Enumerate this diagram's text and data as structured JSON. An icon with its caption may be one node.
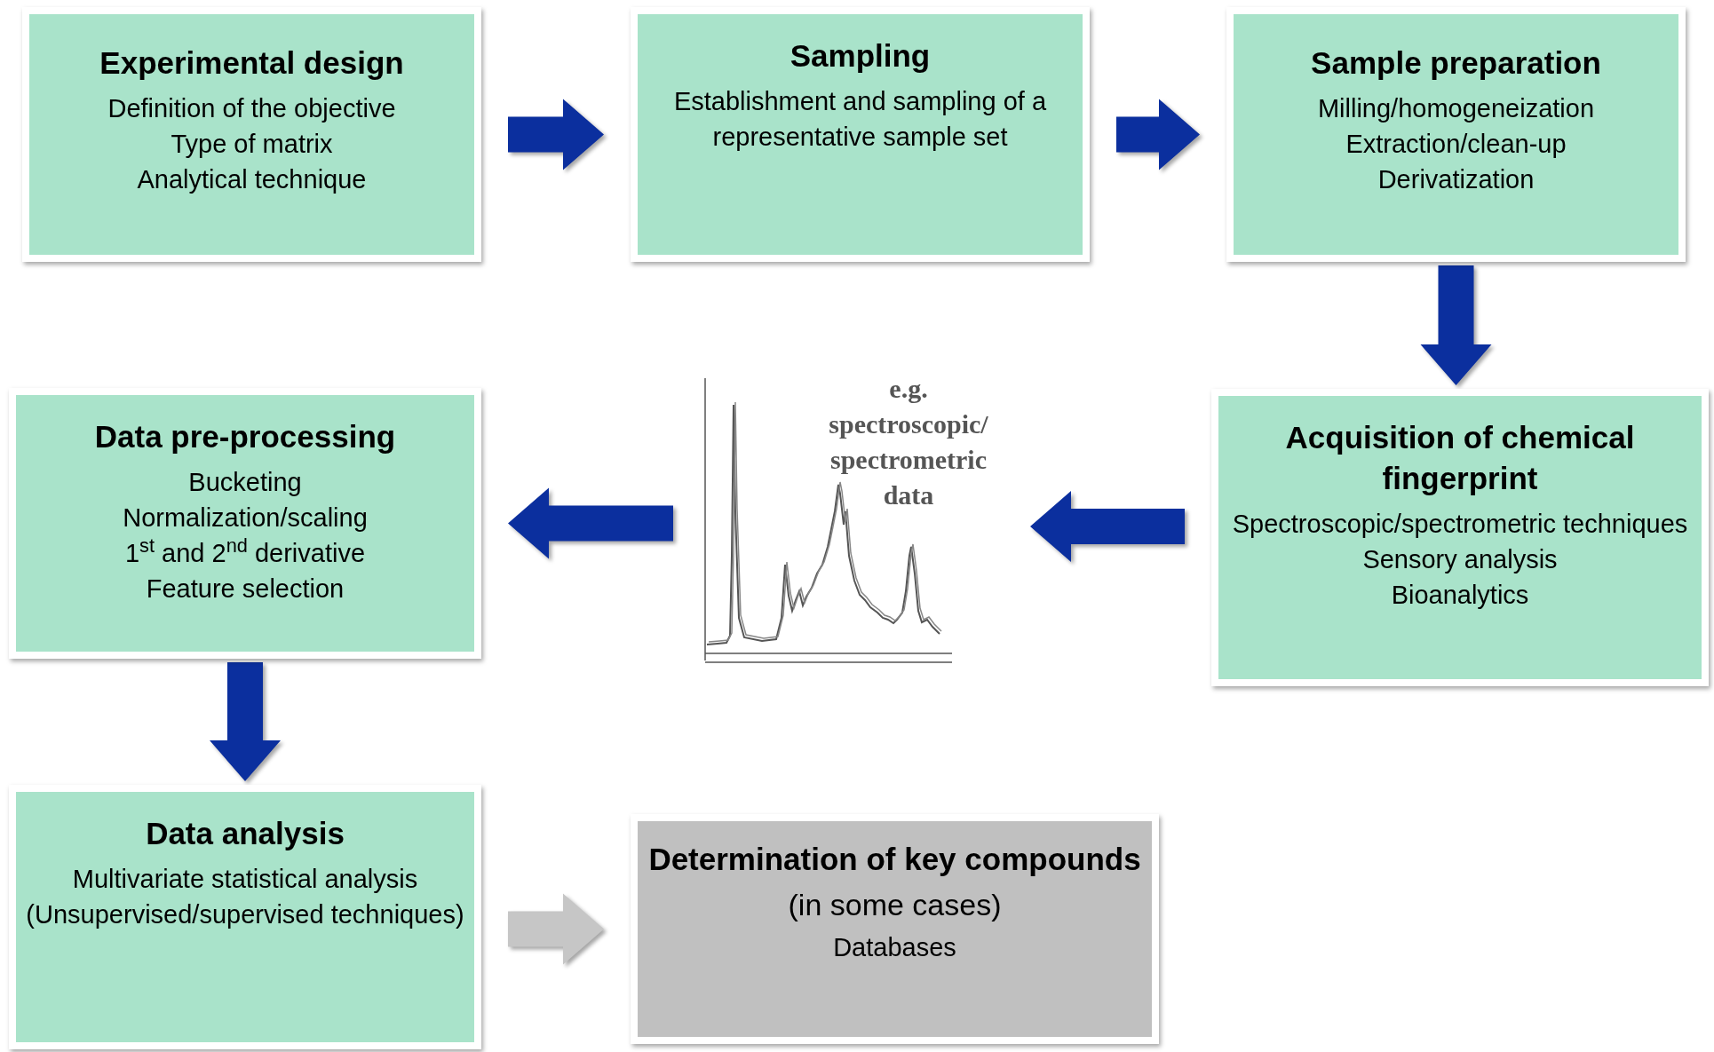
{
  "diagram": {
    "nodes": [
      {
        "text": [
          "Experimental design",
          "Definition of the objective",
          "Type of matrix",
          "Analytical technique"
        ]
      },
      {
        "text": [
          "Sampling",
          "Establishment and sampling of a representative sample set"
        ]
      },
      {
        "text": [
          "Sample preparation",
          "Milling/homogeneization",
          "Extraction/clean-up",
          "Derivatization"
        ]
      },
      {
        "text": [
          "Acquisition of chemical fingerprint",
          "Spectroscopic/spectrometric techniques",
          "Sensory analysis",
          "Bioanalytics"
        ]
      },
      {
        "text": [
          "e.g. spectroscopic/ spectrometric data"
        ]
      },
      {
        "text": [
          "Data pre-processing",
          "Bucketing",
          "Normalization/scaling",
          "1$^{st}$ and 2$^{nd}$ derivative",
          "Feature selection"
        ]
      },
      {
        "text": [
          "Data analysis",
          "Multivariate statistical analysis",
          "(Unsupervised/supervised techniques)"
        ]
      },
      {
        "text": [
          "Determination of key compounds",
          "(in some cases)",
          "Databases"
        ]
      }
    ],
    "edges": [
      {
        "from": 0,
        "to": 1,
        "arrow": "to",
        "style": "thick"
      },
      {
        "from": 1,
        "to": 2,
        "arrow": "to",
        "style": "thick"
      },
      {
        "from": 2,
        "to": 3,
        "arrow": "to",
        "style": "thick"
      },
      {
        "from": 3,
        "to": 4,
        "arrow": "to",
        "style": "thick"
      },
      {
        "from": 4,
        "to": 5,
        "arrow": "to",
        "style": "thick"
      },
      {
        "from": 5,
        "to": 6,
        "arrow": "to",
        "style": "thick"
      },
      {
        "from": 6,
        "to": 7,
        "arrow": "to",
        "style": "thick",
        "color": "#c6c6c6"
      }
    ]
  }
}
